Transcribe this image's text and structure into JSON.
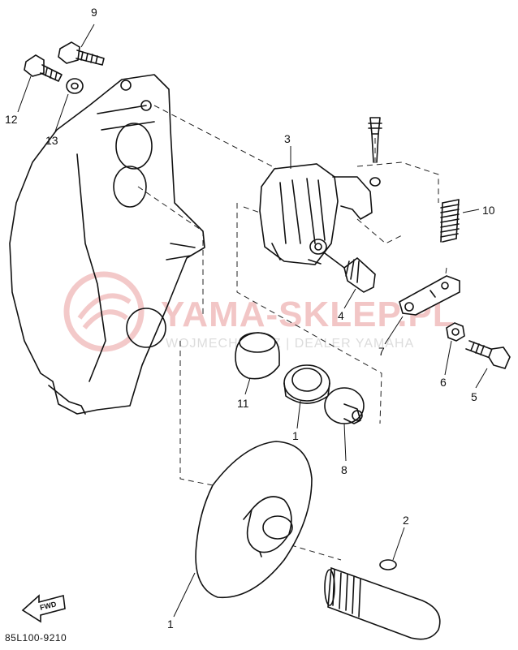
{
  "diagram": {
    "part_code": "85L100-9210",
    "fwd_label": "FWD",
    "callouts": [
      "9",
      "12",
      "13",
      "3",
      "10",
      "4",
      "7",
      "6",
      "5",
      "11",
      "1",
      "8",
      "2",
      "1"
    ]
  },
  "watermark": {
    "brand": "YAMA-SKLEP.PL",
    "subline": "WOJMECHANICZ | DEALER YAMAHA"
  }
}
